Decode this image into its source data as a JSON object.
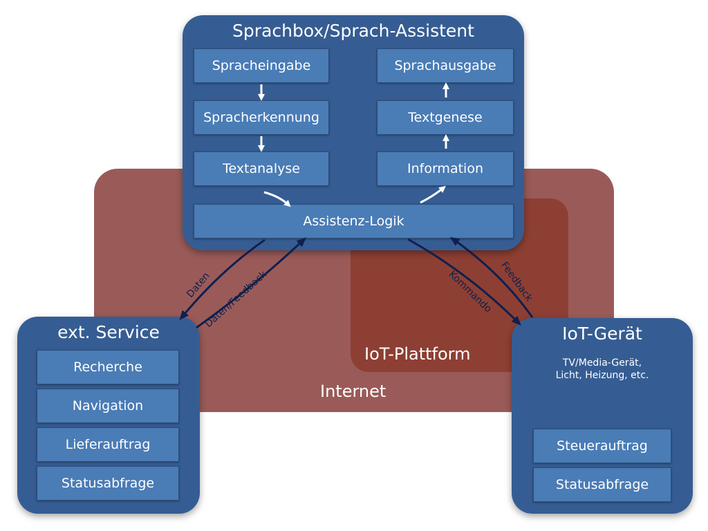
{
  "regions": {
    "internet": "Internet",
    "iot_platform": "IoT-Plattform"
  },
  "sprachbox": {
    "title": "Sprachbox/Sprach-Assistent",
    "input_chain": [
      "Spracheingabe",
      "Spracherkennung",
      "Textanalyse"
    ],
    "output_chain": [
      "Sprachausgabe",
      "Textgenese",
      "Information"
    ],
    "logic": "Assistenz-Logik"
  },
  "ext_service": {
    "title": "ext. Service",
    "items": [
      "Recherche",
      "Navigation",
      "Lieferauftrag",
      "Statusabfrage"
    ]
  },
  "iot_device": {
    "title": "IoT-Gerät",
    "description": "TV/Media-Gerät,\nLicht, Heizung, etc.",
    "items": [
      "Steuerauftrag",
      "Statusabfrage"
    ]
  },
  "connections": {
    "daten": "Daten",
    "daten_feedback": "Daten/Feedback",
    "kommando": "Kommando",
    "feedback": "Feedback"
  },
  "colors": {
    "panel": "#365d93",
    "box": "#4a7cb6",
    "internet": "#9a5b58",
    "iot_platform": "#8e3f33",
    "connector": "#0f1f4f",
    "inner_arrow": "#ffffff"
  }
}
